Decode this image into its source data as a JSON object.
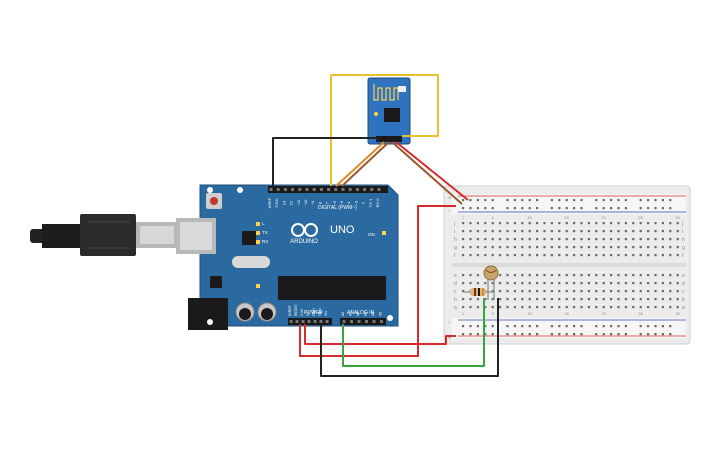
{
  "arduino": {
    "brand": "ARDUINO",
    "model": "UNO",
    "digital_header_label": "DIGITAL (PWM~)",
    "power_label": "POWER",
    "analog_label": "ANALOG IN",
    "on_label": "ON",
    "tx_label": "TX",
    "rx_label": "RX",
    "l_label": "L",
    "digital_pins": [
      "AREF",
      "GND",
      "13",
      "12",
      "~11",
      "~10",
      "~9",
      "8",
      "7",
      "~6",
      "~5",
      "4",
      "~3",
      "2",
      "TX 1",
      "RX 0"
    ],
    "power_pins": [
      "IOREF",
      "RESET",
      "3.3V",
      "5V",
      "GND",
      "GND",
      "Vin"
    ],
    "analog_pins": [
      "A0",
      "A1",
      "A2",
      "A3",
      "A4",
      "A5"
    ]
  },
  "breadboard": {
    "row_letters_top": [
      "j",
      "i",
      "h",
      "g",
      "f"
    ],
    "row_letters_bottom": [
      "e",
      "d",
      "c",
      "b",
      "a"
    ],
    "rail_plus": "+",
    "rail_minus": "-",
    "column_numbers": [
      "1",
      "5",
      "10",
      "15",
      "20",
      "25",
      "30"
    ]
  },
  "colors": {
    "board_blue": "#2a6aa0",
    "wire_red": "#d62b2b",
    "wire_black": "#222222",
    "wire_green": "#3aa53a",
    "wire_yellow": "#e8c22a",
    "wire_orange": "#e08a2a",
    "wire_brown": "#9a5a2a"
  }
}
